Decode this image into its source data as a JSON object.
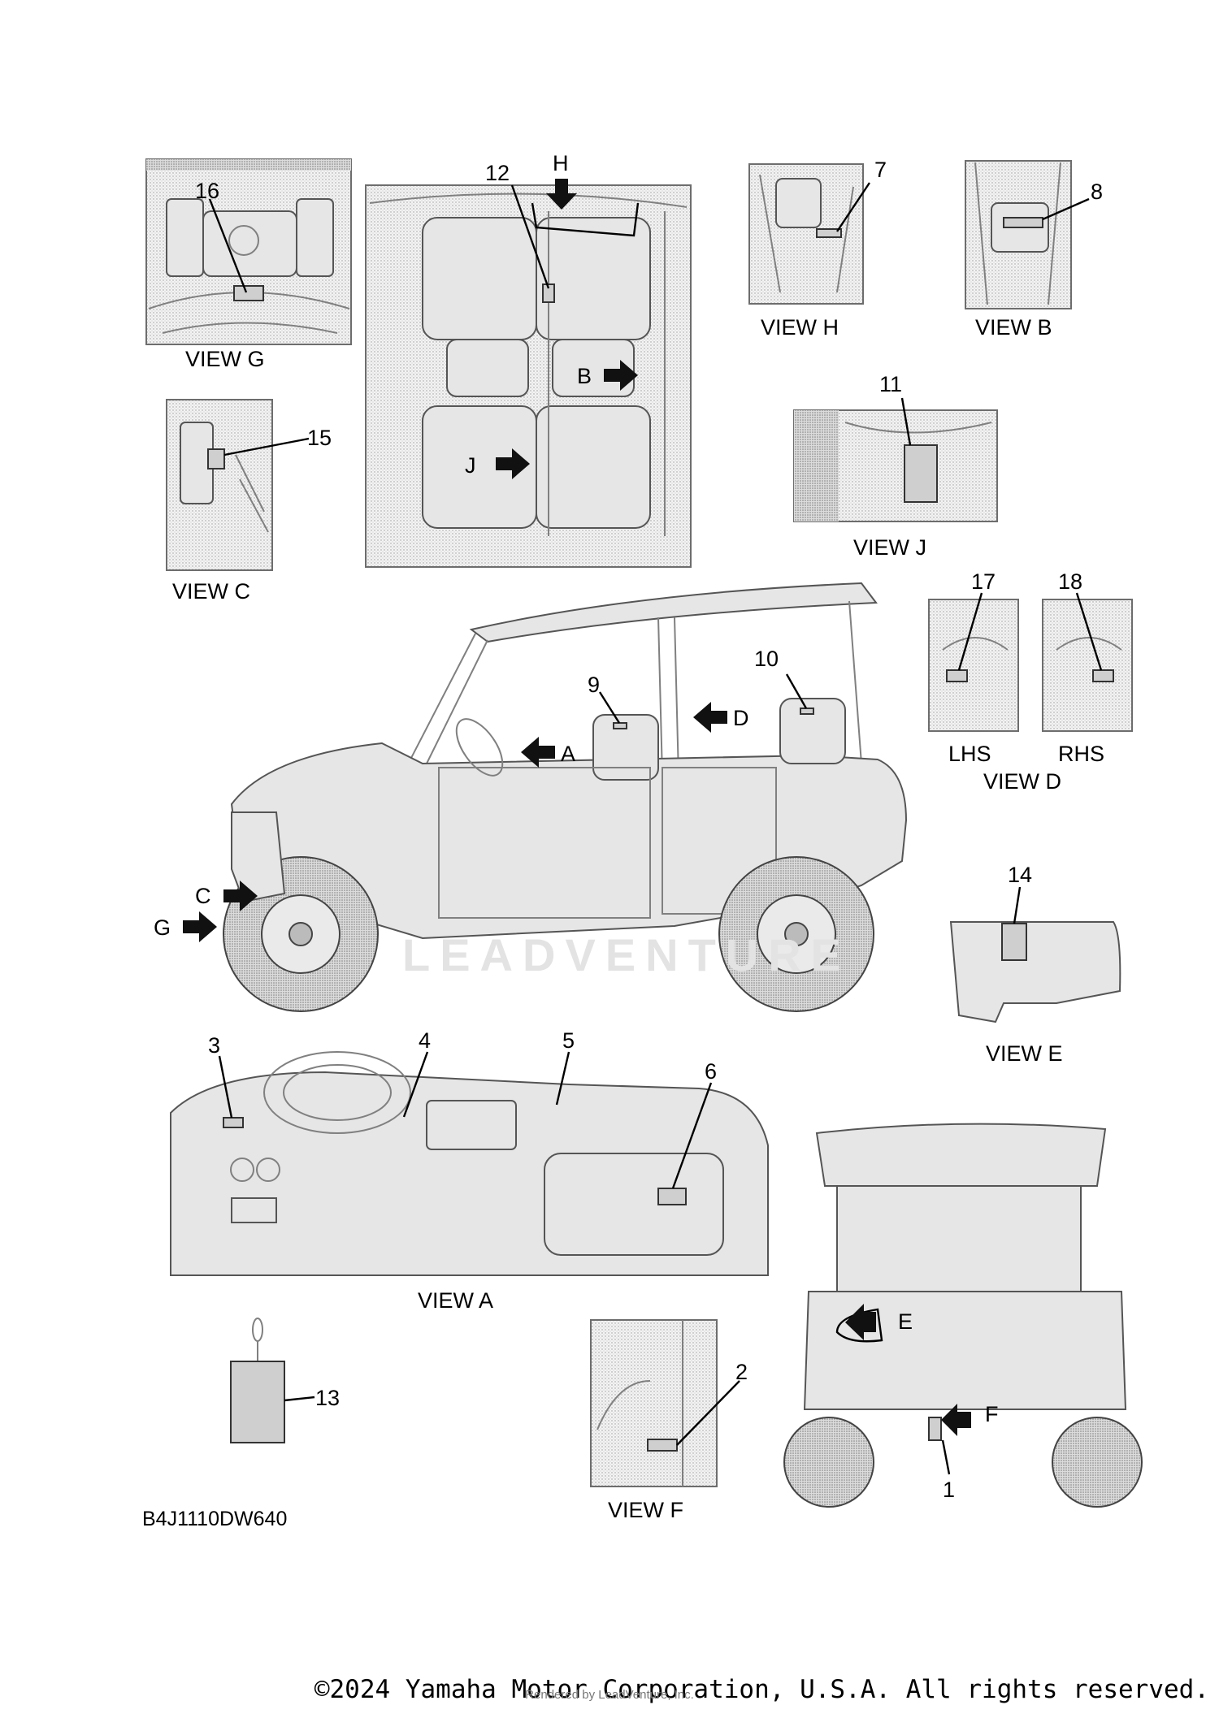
{
  "views": {
    "g": "VIEW G",
    "h": "VIEW H",
    "b": "VIEW B",
    "c": "VIEW C",
    "j": "VIEW J",
    "d": "VIEW D",
    "lhs": "LHS",
    "rhs": "RHS",
    "e": "VIEW E",
    "a": "VIEW A",
    "f": "VIEW F"
  },
  "arrows": {
    "h": "H",
    "b": "B",
    "j": "J",
    "a": "A",
    "d": "D",
    "c": "C",
    "g": "G",
    "e": "E",
    "f": "F"
  },
  "callouts": [
    "1",
    "2",
    "3",
    "4",
    "5",
    "6",
    "7",
    "8",
    "9",
    "10",
    "11",
    "12",
    "13",
    "14",
    "15",
    "16",
    "17",
    "18"
  ],
  "drawing_code": "B4J1110DW640",
  "watermark": "LEADVENTURE",
  "footer": {
    "copyright": "©2024 Yamaha Motor Corporation, U.S.A. All rights reserved.",
    "rendered_by": "Rendered by LeadVenture, Inc."
  }
}
